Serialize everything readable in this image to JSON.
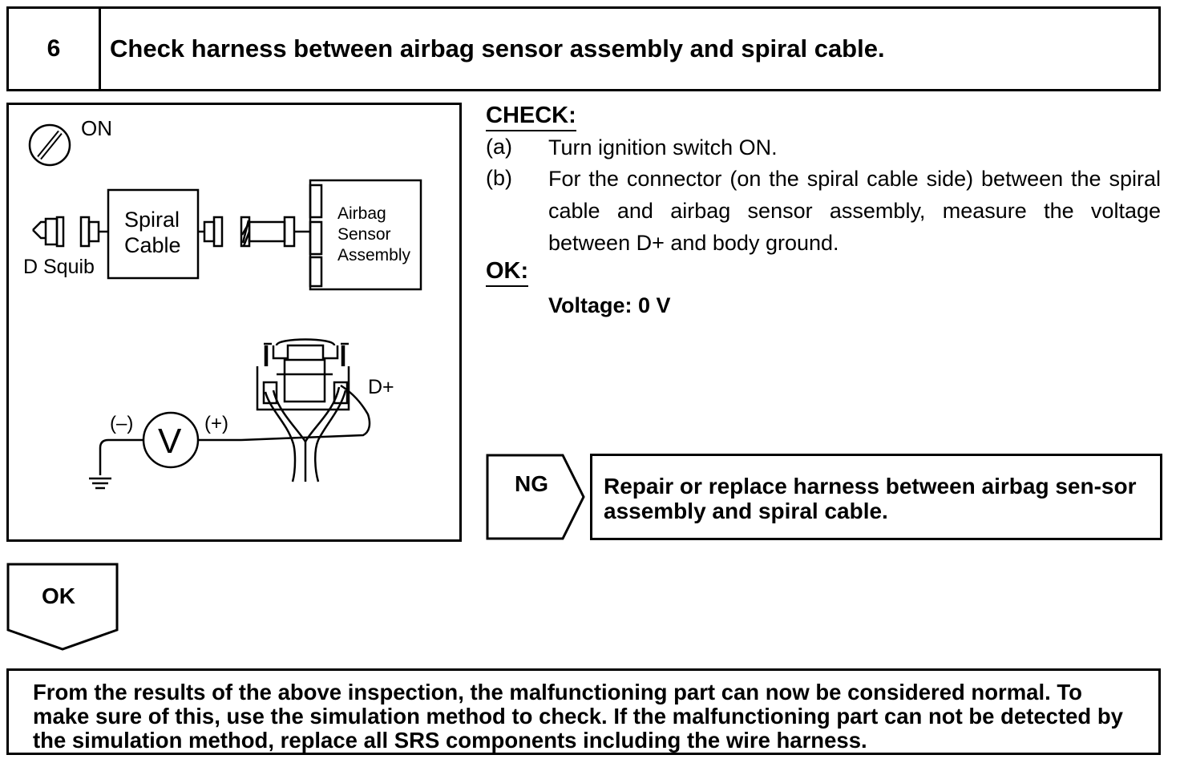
{
  "header": {
    "step_number": "6",
    "title": "Check harness between airbag sensor assembly and spiral cable."
  },
  "diagram": {
    "ignition_label": "ON",
    "spiral_cable_label": [
      "Spiral",
      "Cable"
    ],
    "d_squib_label": "D Squib",
    "airbag_sensor_label": [
      "Airbag",
      "Sensor",
      "Assembly"
    ],
    "terminal_label": "D+",
    "minus_label": "(–)",
    "plus_label": "(+)",
    "meter_label": "V",
    "icons": [
      "ignition-key-icon",
      "connector-icon",
      "voltmeter-icon",
      "ground-icon"
    ]
  },
  "check": {
    "heading": "CHECK:",
    "steps": [
      {
        "letter": "(a)",
        "text": "Turn ignition switch ON."
      },
      {
        "letter": "(b)",
        "text": "For the connector (on the spiral cable side) between the spiral cable and airbag sensor assembly, measure the voltage between D+ and body ground."
      }
    ]
  },
  "ok": {
    "heading": "OK:",
    "spec": "Voltage: 0 V"
  },
  "ng_branch": {
    "label": "NG",
    "action": "Repair or replace harness between airbag sen-sor assembly and spiral cable."
  },
  "ok_branch": {
    "label": "OK"
  },
  "footer": {
    "text": "From the results of the above inspection, the malfunctioning part can now be considered normal. To make sure of this, use the simulation method to check. If the malfunctioning part can not be detected by the simulation method, replace all SRS components including the wire harness."
  }
}
